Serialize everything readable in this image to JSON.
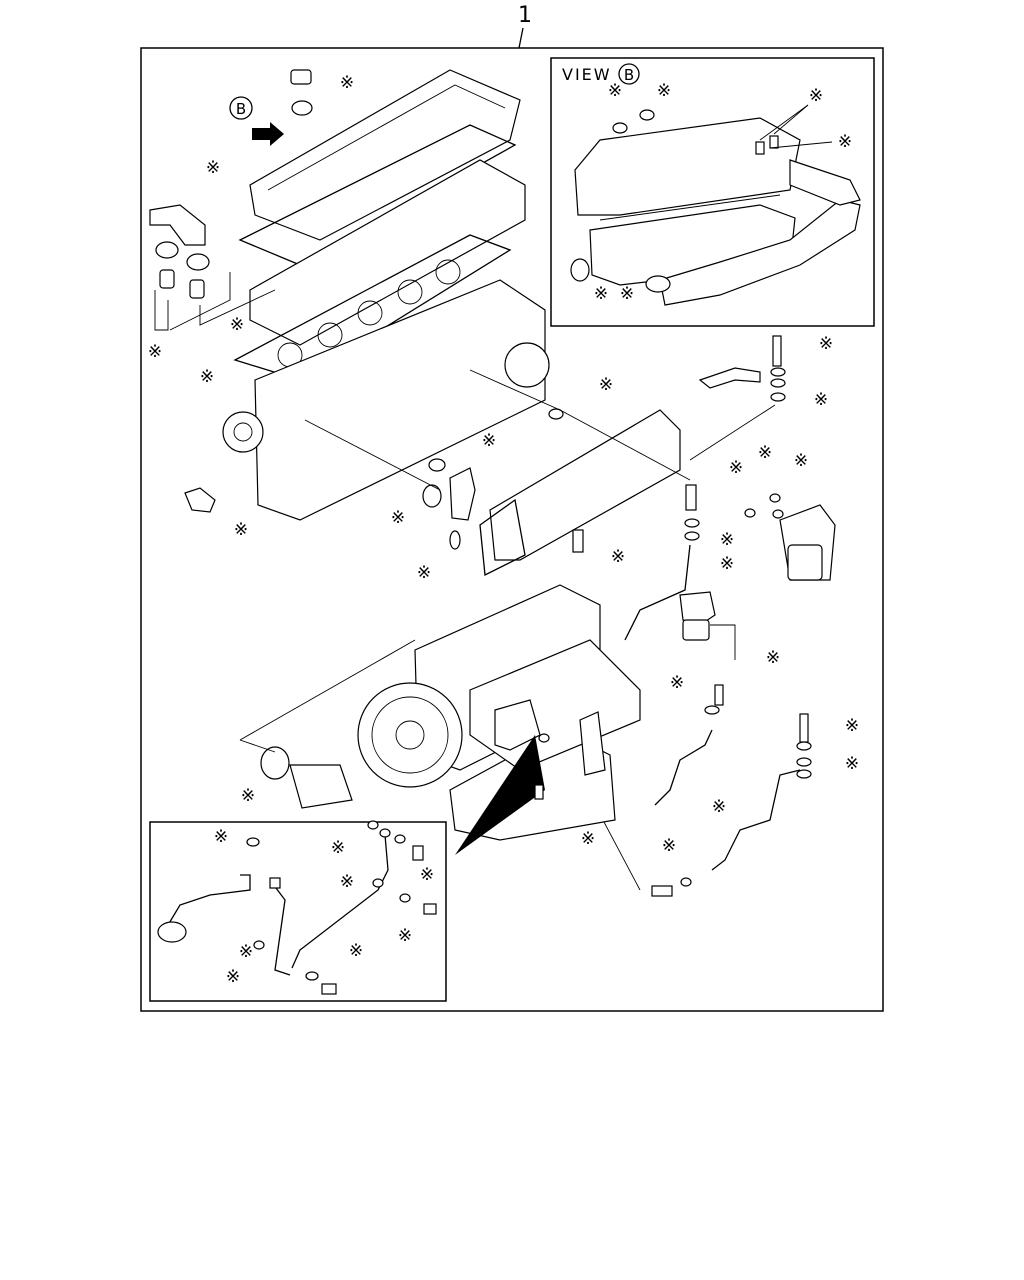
{
  "figure": {
    "item_number": "1",
    "view_label": "VIEW",
    "view_letter": "B",
    "view_arrow_letter": "B",
    "kit_marker": "※"
  }
}
